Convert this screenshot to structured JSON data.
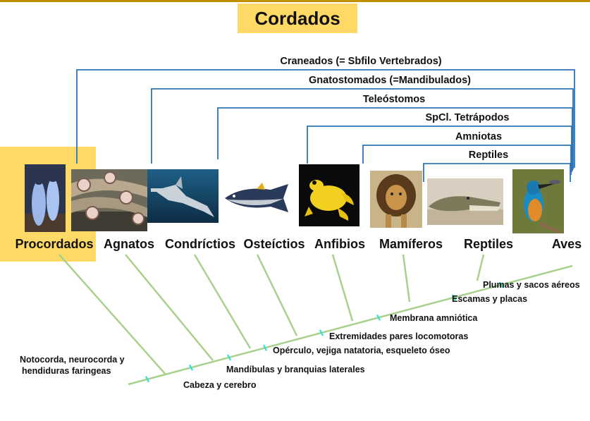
{
  "title": "Cordados",
  "colors": {
    "highlight": "#FFD966",
    "topline": "#BF9000",
    "bracket": "#2E75B6",
    "tree": "#A9D18E",
    "tick": "#29E3D6"
  },
  "clades": [
    "Craneados (= Sbfilo Vertebrados)",
    "Gnatostomados (=Mandibulados)",
    "Teleóstomos",
    "SpCl. Tetrápodos",
    "Amniotas",
    "Reptiles"
  ],
  "groups": [
    "Procordados",
    "Agnatos",
    "Condríctios",
    "Osteíctios",
    "Anfibios",
    "Mamíferos",
    "Reptiles",
    "Aves"
  ],
  "characters": [
    "Notocorda, neurocorda y",
    "hendiduras faringeas",
    "Cabeza y cerebro",
    "Mandíbulas y branquias laterales",
    "Opérculo, vejiga natatoria, esqueleto óseo",
    "Extremidades pares locomotoras",
    "Membrana amniótica",
    "Escamas y placas",
    "Plumas y sacos aéreos"
  ],
  "photos": [
    "tunicate-photo-icon",
    "lamprey-photo-icon",
    "shark-photo-icon",
    "tuna-photo-icon",
    "frog-photo-icon",
    "lion-photo-icon",
    "crocodile-photo-icon",
    "kingfisher-photo-icon"
  ]
}
